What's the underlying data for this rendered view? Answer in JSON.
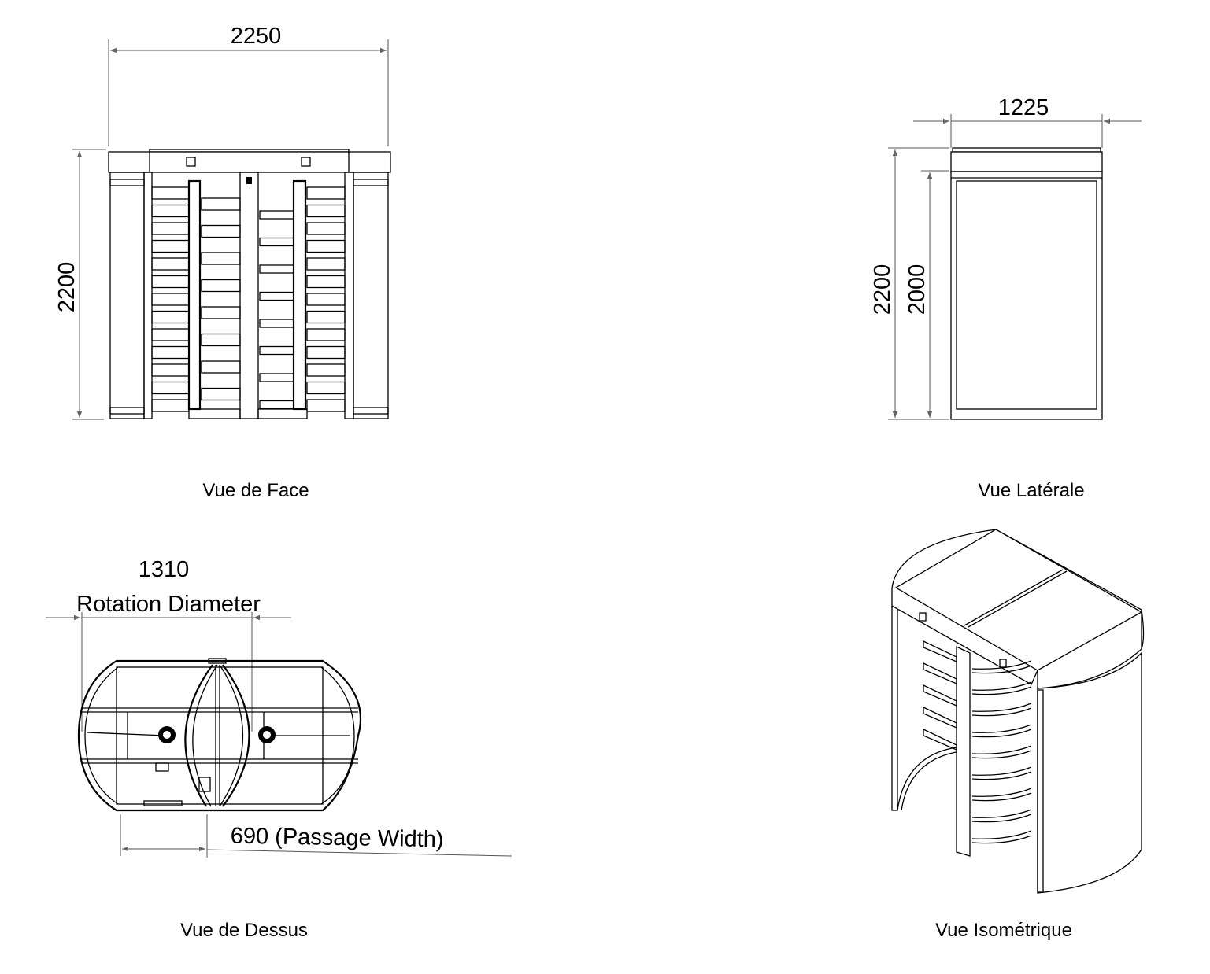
{
  "front_view": {
    "caption": "Vue de Face",
    "width_dim": "2250",
    "height_dim": "2200"
  },
  "side_view": {
    "caption": "Vue Latérale",
    "width_dim": "1225",
    "height_dim": "2200",
    "inner_height_dim": "2000"
  },
  "top_view": {
    "caption": "Vue de Dessus",
    "rotation_value": "1310",
    "rotation_label": "Rotation Diameter",
    "passage_label": "690 (Passage Width)"
  },
  "iso_view": {
    "caption": "Vue Isométrique"
  }
}
